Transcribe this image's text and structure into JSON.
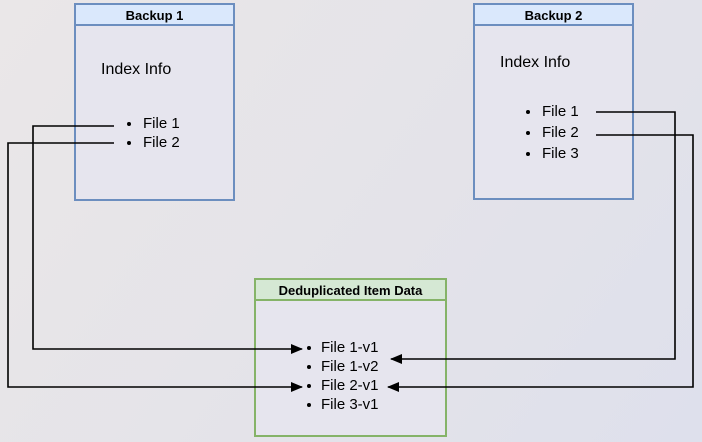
{
  "backup1": {
    "title": "Backup 1",
    "index_label": "Index Info",
    "files": [
      "File 1",
      "File 2"
    ]
  },
  "backup2": {
    "title": "Backup 2",
    "index_label": "Index Info",
    "files": [
      "File 1",
      "File 2",
      "File 3"
    ]
  },
  "dedup": {
    "title": "Deduplicated Item Data",
    "items": [
      "File 1-v1",
      "File 1-v2",
      "File 2-v1",
      "File 3-v1"
    ]
  },
  "connections": [
    {
      "from": "Backup 1 / File 1",
      "to": "File 1-v1",
      "side": "left"
    },
    {
      "from": "Backup 1 / File 2",
      "to": "File 2-v1",
      "side": "left"
    },
    {
      "from": "Backup 2 / File 1",
      "to": "File 1-v2",
      "side": "right"
    },
    {
      "from": "Backup 2 / File 2",
      "to": "File 2-v1",
      "side": "right"
    }
  ],
  "colors": {
    "backup_box_border": "#6c8ebf",
    "backup_header_fill": "#dae8fc",
    "dedup_box_border": "#85b368",
    "dedup_header_fill": "#d5e8d4",
    "box_body_fill": "#e6e5ee",
    "arrow": "#000000",
    "text": "#000000"
  }
}
